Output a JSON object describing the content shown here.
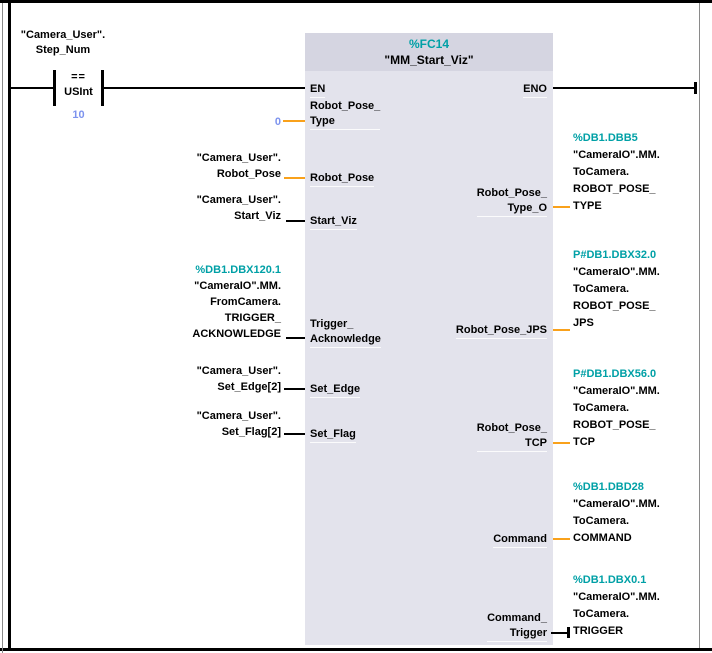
{
  "colors": {
    "address_teal": "#00a0a6",
    "constant_blue": "#7d93ee",
    "connector_orange": "#f9a11b",
    "connector_black": "#000000",
    "block_body": "#e3e3ec",
    "block_header": "#d5d5e1"
  },
  "network": {
    "contact": {
      "operand_line1": "\"Camera_User\".",
      "operand_line2": "Step_Num",
      "operator": "==",
      "data_type": "USInt",
      "value": "10"
    },
    "block": {
      "address": "%FC14",
      "title": "\"MM_Start_Viz\"",
      "en": "EN",
      "eno": "ENO"
    },
    "inputs": [
      {
        "label": [
          "Robot_Pose_",
          "Type"
        ],
        "operand": [
          "0"
        ]
      },
      {
        "label": [
          "Robot_Pose"
        ],
        "operand": [
          "\"Camera_User\".",
          "Robot_Pose"
        ]
      },
      {
        "label": [
          "Start_Viz"
        ],
        "operand": [
          "\"Camera_User\".",
          "Start_Viz"
        ]
      },
      {
        "label": [
          "Trigger_",
          "Acknowledge"
        ],
        "operand": [
          "%DB1.DBX120.1",
          "\"CameraIO\".MM.",
          "FromCamera.",
          "TRIGGER_",
          "ACKNOWLEDGE"
        ]
      },
      {
        "label": [
          "Set_Edge"
        ],
        "operand": [
          "\"Camera_User\".",
          "Set_Edge[2]"
        ]
      },
      {
        "label": [
          "Set_Flag"
        ],
        "operand": [
          "\"Camera_User\".",
          "Set_Flag[2]"
        ]
      }
    ],
    "outputs": [
      {
        "label": [
          "Robot_Pose_",
          "Type_O"
        ],
        "operand": [
          "%DB1.DBB5",
          "\"CameraIO\".MM.",
          "ToCamera.",
          "ROBOT_POSE_",
          "TYPE"
        ]
      },
      {
        "label": [
          "Robot_Pose_JPS"
        ],
        "operand": [
          "P#DB1.DBX32.0",
          "\"CameraIO\".MM.",
          "ToCamera.",
          "ROBOT_POSE_",
          "JPS"
        ]
      },
      {
        "label": [
          "Robot_Pose_",
          "TCP"
        ],
        "operand": [
          "P#DB1.DBX56.0",
          "\"CameraIO\".MM.",
          "ToCamera.",
          "ROBOT_POSE_",
          "TCP"
        ]
      },
      {
        "label": [
          "Command"
        ],
        "operand": [
          "%DB1.DBD28",
          "\"CameraIO\".MM.",
          "ToCamera.",
          "COMMAND"
        ]
      },
      {
        "label": [
          "Command_",
          "Trigger"
        ],
        "operand": [
          "%DB1.DBX0.1",
          "\"CameraIO\".MM.",
          "ToCamera.",
          "TRIGGER"
        ]
      }
    ]
  }
}
